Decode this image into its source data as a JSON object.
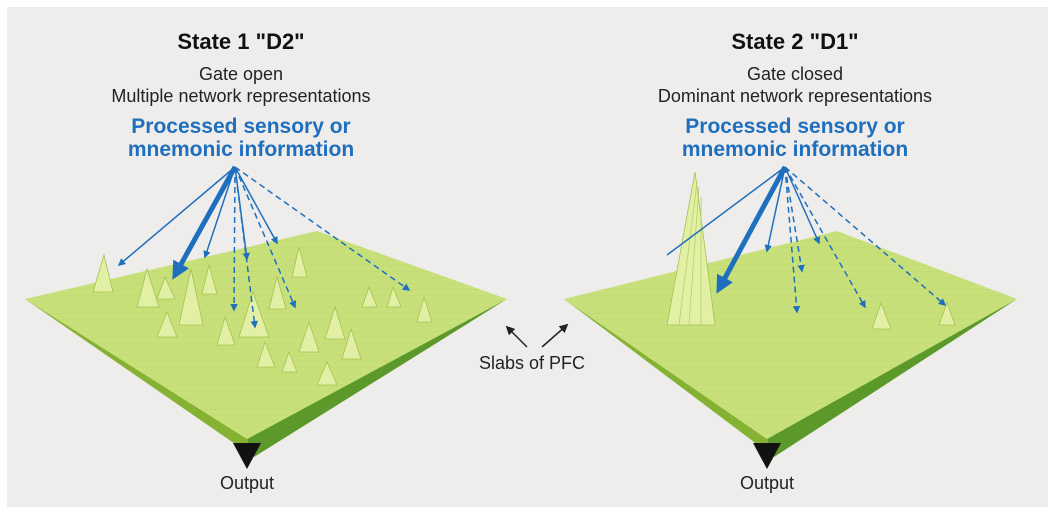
{
  "left_panel": {
    "title": "State 1 \"D2\"",
    "line1": "Gate open",
    "line2": "Multiple network representations",
    "info_line1": "Processed sensory or",
    "info_line2": "mnemonic information",
    "output_label": "Output"
  },
  "right_panel": {
    "title": "State 2 \"D1\"",
    "line1": "Gate closed",
    "line2": "Dominant network representations",
    "info_line1": "Processed sensory or",
    "info_line2": "mnemonic information",
    "output_label": "Output"
  },
  "center_label": "Slabs of PFC",
  "colors": {
    "background": "#eeedeb",
    "slab_top": "#c8e07a",
    "slab_side_left": "#9cc23d",
    "slab_side_right": "#5b9a2a",
    "arrow_blue": "#1f6fbf",
    "output_marker": "#111111"
  }
}
